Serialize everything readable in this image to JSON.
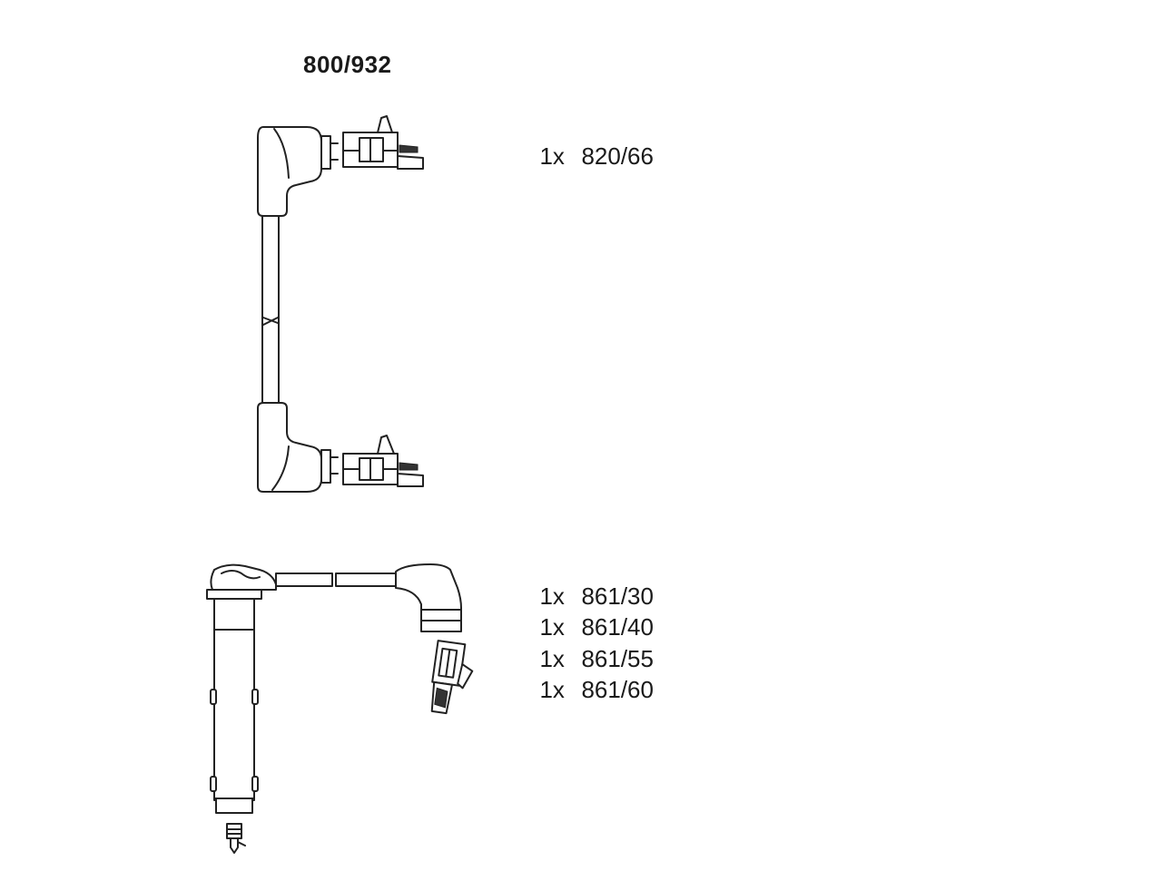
{
  "diagram": {
    "title": "800/932",
    "top_set": [
      {
        "qty": "1x",
        "part_no": "820/66"
      }
    ],
    "bottom_set": [
      {
        "qty": "1x",
        "part_no": "861/30"
      },
      {
        "qty": "1x",
        "part_no": "861/40"
      },
      {
        "qty": "1x",
        "part_no": "861/55"
      },
      {
        "qty": "1x",
        "part_no": "861/60"
      }
    ],
    "colors": {
      "line": "#222222",
      "background": "#ffffff"
    }
  }
}
